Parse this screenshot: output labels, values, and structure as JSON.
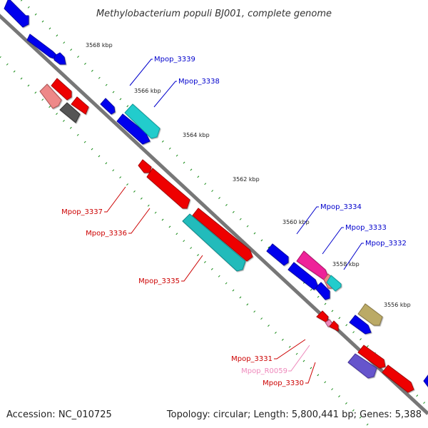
{
  "title": "Methylobacterium populi BJ001, complete genome",
  "footer": {
    "accession": "Accession: NC_010725",
    "summary": "Topology: circular; Length: 5,800,441 bp; Genes: 5,388"
  },
  "colors": {
    "backbone": "#777777",
    "forward": "#0000ee",
    "reverse": "#ee0000",
    "tick": "#118811",
    "rna_label": "#ee88bb"
  },
  "ticks": [
    {
      "label": "3568 kbp"
    },
    {
      "label": "3566 kbp"
    },
    {
      "label": "3564 kbp"
    },
    {
      "label": "3562 kbp"
    },
    {
      "label": "3560 kbp"
    },
    {
      "label": "3558 kbp"
    },
    {
      "label": "3556 kbp"
    }
  ],
  "gene_labels": [
    {
      "text": "Mpop_3339",
      "strand": "forward"
    },
    {
      "text": "Mpop_3338",
      "strand": "forward"
    },
    {
      "text": "Mpop_3334",
      "strand": "forward"
    },
    {
      "text": "Mpop_3333",
      "strand": "forward"
    },
    {
      "text": "Mpop_3332",
      "strand": "forward"
    },
    {
      "text": "Mpop_3337",
      "strand": "reverse"
    },
    {
      "text": "Mpop_3336",
      "strand": "reverse"
    },
    {
      "text": "Mpop_3335",
      "strand": "reverse"
    },
    {
      "text": "Mpop_3331",
      "strand": "reverse"
    },
    {
      "text": "Mpop_R0059",
      "strand": "rna"
    },
    {
      "text": "Mpop_3330",
      "strand": "reverse"
    }
  ]
}
